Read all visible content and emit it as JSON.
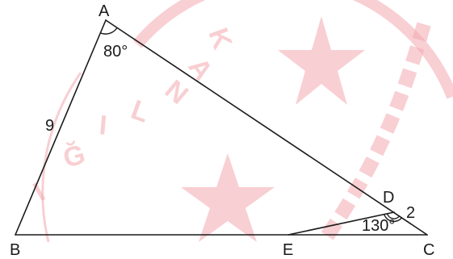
{
  "diagram": {
    "vertices": {
      "A": "A",
      "B": "B",
      "C": "C",
      "D": "D",
      "E": "E"
    },
    "angle_A": "80°",
    "angle_D": "130°",
    "side_AB": "9",
    "side_DC": "2"
  },
  "watermark": {
    "letters": [
      "K",
      "A",
      "N",
      "L",
      "I",
      "Ğ",
      "I"
    ],
    "color": "#f3a8ae"
  }
}
